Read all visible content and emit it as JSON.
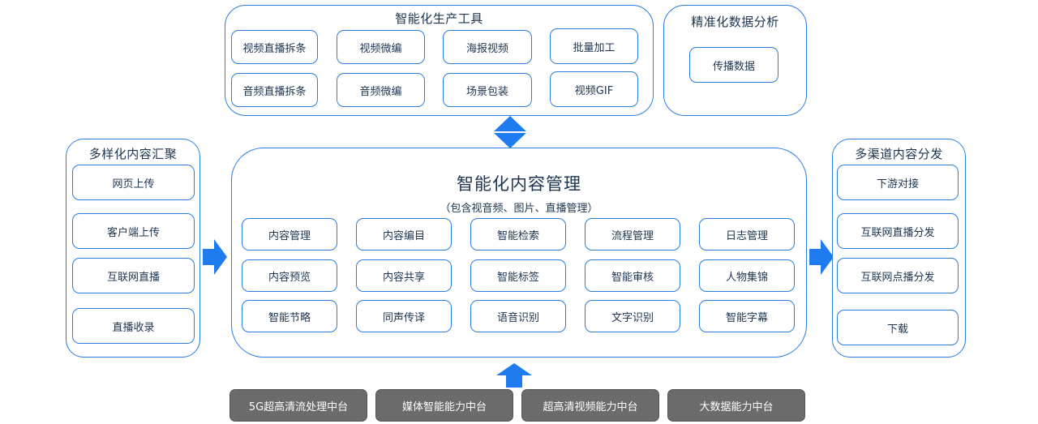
{
  "tools": {
    "title": "智能化生产工具",
    "items": [
      "视频直播拆条",
      "视频微编",
      "海报视频",
      "批量加工",
      "音频直播拆条",
      "音频微编",
      "场景包装",
      "视频GIF"
    ]
  },
  "analytics": {
    "title": "精准化数据分析",
    "items": [
      "传播数据"
    ]
  },
  "aggregation": {
    "title": "多样化内容汇聚",
    "items": [
      "网页上传",
      "客户端上传",
      "互联网直播",
      "直播收录"
    ]
  },
  "management": {
    "title": "智能化内容管理",
    "subtitle": "（包含视音频、图片、直播管理）",
    "items": [
      "内容管理",
      "内容编目",
      "智能检索",
      "流程管理",
      "日志管理",
      "内容预览",
      "内容共享",
      "智能标签",
      "智能审核",
      "人物集锦",
      "智能节略",
      "同声传译",
      "语音识别",
      "文字识别",
      "智能字幕"
    ]
  },
  "distribution": {
    "title": "多渠道内容分发",
    "items": [
      "下游对接",
      "互联网直播分发",
      "互联网点播分发",
      "下载"
    ]
  },
  "platforms": [
    "5G超高清流处理中台",
    "媒体智能能力中台",
    "超高清视频能力中台",
    "大数据能力中台"
  ],
  "colors": {
    "accent": "#2b7de0",
    "arrow": "#1f7cf0",
    "platform": "#6b6b6b"
  }
}
